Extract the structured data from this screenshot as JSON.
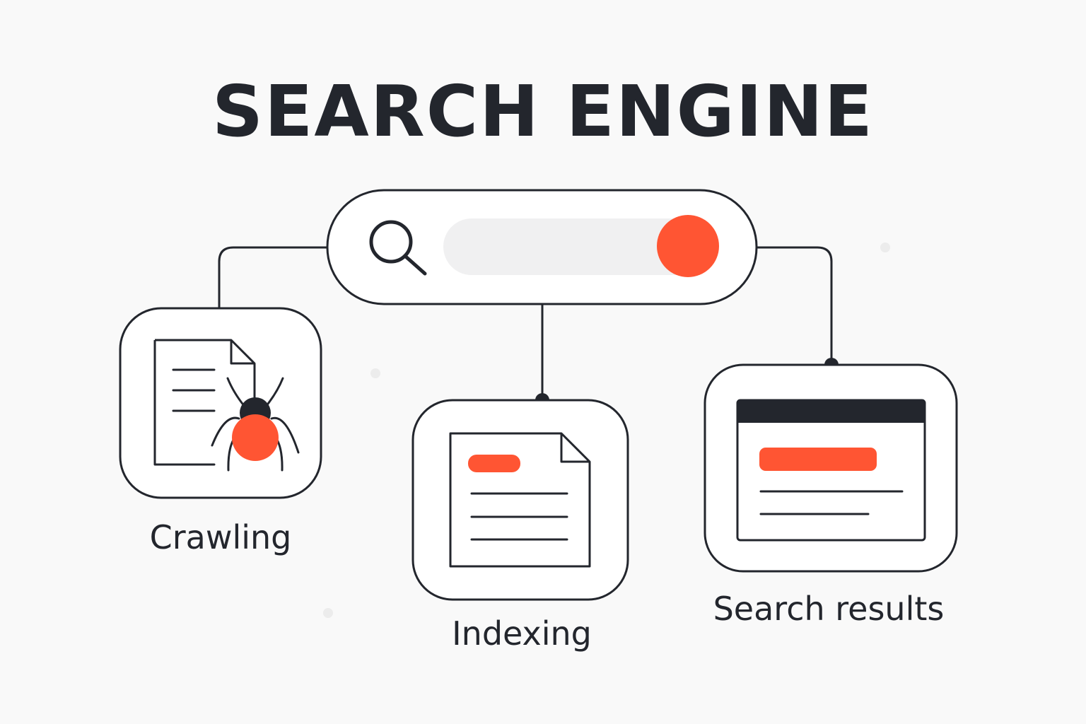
{
  "title": "SEARCH ENGINE",
  "stages": {
    "crawling": {
      "label": "Crawling",
      "icon": "spider-document-icon"
    },
    "indexing": {
      "label": "Indexing",
      "icon": "indexed-document-icon"
    },
    "results": {
      "label": "Search results",
      "icon": "results-window-icon"
    }
  },
  "search_bar": {
    "icons": [
      "search-icon",
      "search-button-dot"
    ]
  },
  "colors": {
    "accent": "#ff5533",
    "stroke": "#23262d",
    "background": "#f9f9f9",
    "field": "#f0f0f1"
  }
}
